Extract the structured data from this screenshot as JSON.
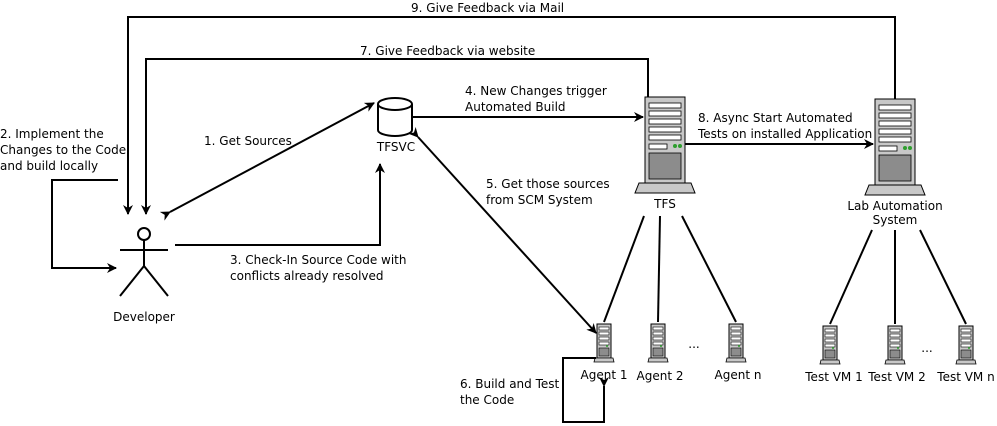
{
  "steps": {
    "s1": "1. Get Sources",
    "s2_l1": "2. Implement the",
    "s2_l2": "Changes to the Code",
    "s2_l3": "and build locally",
    "s3_l1": "3. Check-In Source Code with",
    "s3_l2": "conflicts already resolved",
    "s4_l1": "4. New Changes trigger",
    "s4_l2": "Automated Build",
    "s5_l1": "5. Get those sources",
    "s5_l2": "from SCM System",
    "s6_l1": "6. Build and Test",
    "s6_l2": "the Code",
    "s7": "7. Give Feedback via website",
    "s8_l1": "8. Async Start Automated",
    "s8_l2": "Tests on installed Application",
    "s9": "9. Give Feedback via Mail"
  },
  "nodes": {
    "developer": "Developer",
    "tfsvc": "TFSVC",
    "tfs": "TFS",
    "lab_l1": "Lab Automation",
    "lab_l2": "System",
    "agent1": "Agent 1",
    "agent2": "Agent 2",
    "agent_ellipsis": "...",
    "agentn": "Agent n",
    "vm1": "Test VM 1",
    "vm2": "Test VM 2",
    "vm_ellipsis": "...",
    "vmn": "Test VM n"
  },
  "colors": {
    "server_fill": "#c8c8c8",
    "server_dark": "#8c8c8c",
    "led": "#2e9e2e"
  }
}
